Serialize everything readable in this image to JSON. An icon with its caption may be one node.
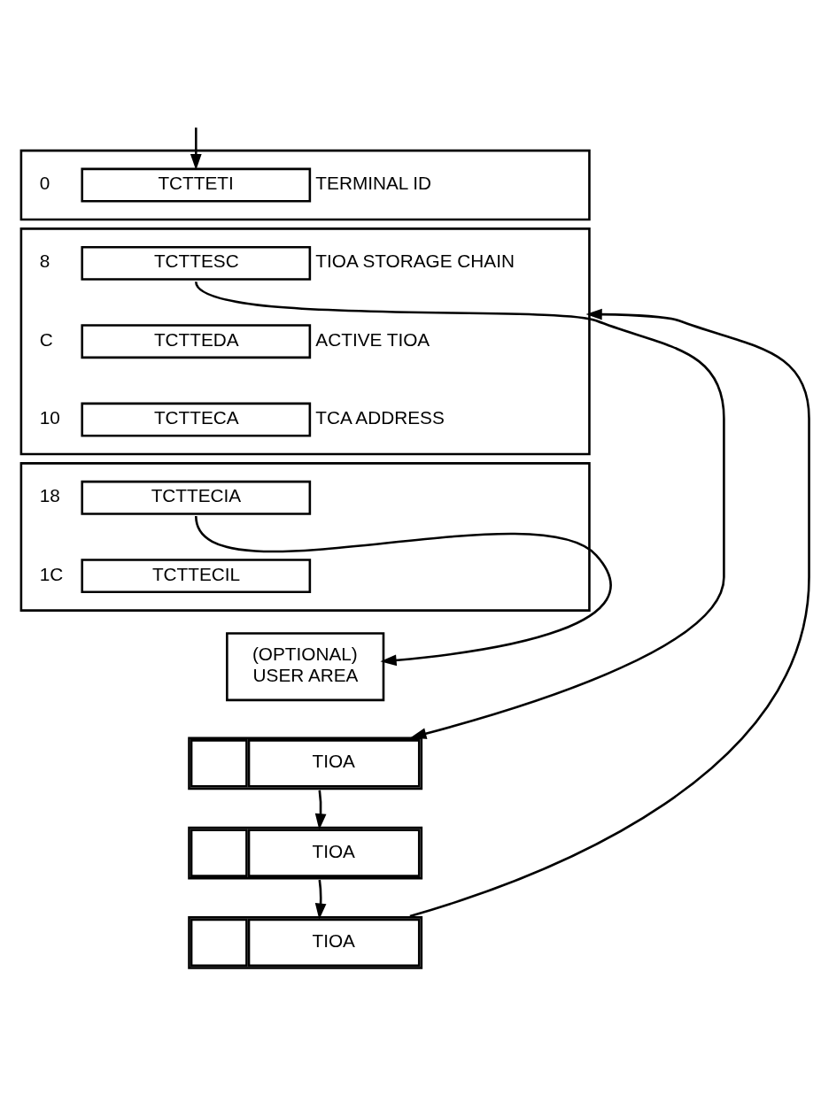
{
  "diagram": {
    "nodes": [
      {
        "text": [],
        "shape": "box"
      },
      {
        "text": [
          "TCTTETI"
        ],
        "in": 0,
        "beside": [
          "0",
          "TERMINAL ID"
        ]
      },
      {
        "text": [],
        "shape": "box"
      },
      {
        "text": [
          "TCTTESC"
        ],
        "in": 2,
        "beside": [
          "8",
          "TIOA STORAGE CHAIN"
        ]
      },
      {
        "text": [
          "TCTTEDA"
        ],
        "in": 2,
        "beside": [
          "C",
          "ACTIVE TIOA"
        ]
      },
      {
        "text": [
          "TCTTECA"
        ],
        "in": 2,
        "beside": [
          "10",
          "TCA ADDRESS"
        ]
      },
      {
        "text": [],
        "shape": "box"
      },
      {
        "text": [
          "TCTTECIA"
        ],
        "in": 6,
        "beside": [
          "18"
        ]
      },
      {
        "text": [
          "TCTTECIL"
        ],
        "in": 6,
        "beside": [
          "1C"
        ]
      },
      {
        "text": [
          "(OPTIONAL) USER AREA"
        ]
      },
      {
        "text": [
          "TIOA"
        ]
      },
      {
        "text": [
          "TIOA"
        ]
      },
      {
        "text": [
          "TIOA"
        ]
      }
    ],
    "edges": [
      {
        "from": null,
        "to": 1,
        "arrow": "to"
      },
      {
        "from": 3,
        "to": 10,
        "arrow": "to"
      },
      {
        "from": 10,
        "to": 11,
        "arrow": "to"
      },
      {
        "from": 11,
        "to": 12,
        "arrow": "to"
      },
      {
        "from": 12,
        "to": 2,
        "arrow": "to"
      },
      {
        "from": 7,
        "to": 9,
        "arrow": "to"
      }
    ]
  }
}
